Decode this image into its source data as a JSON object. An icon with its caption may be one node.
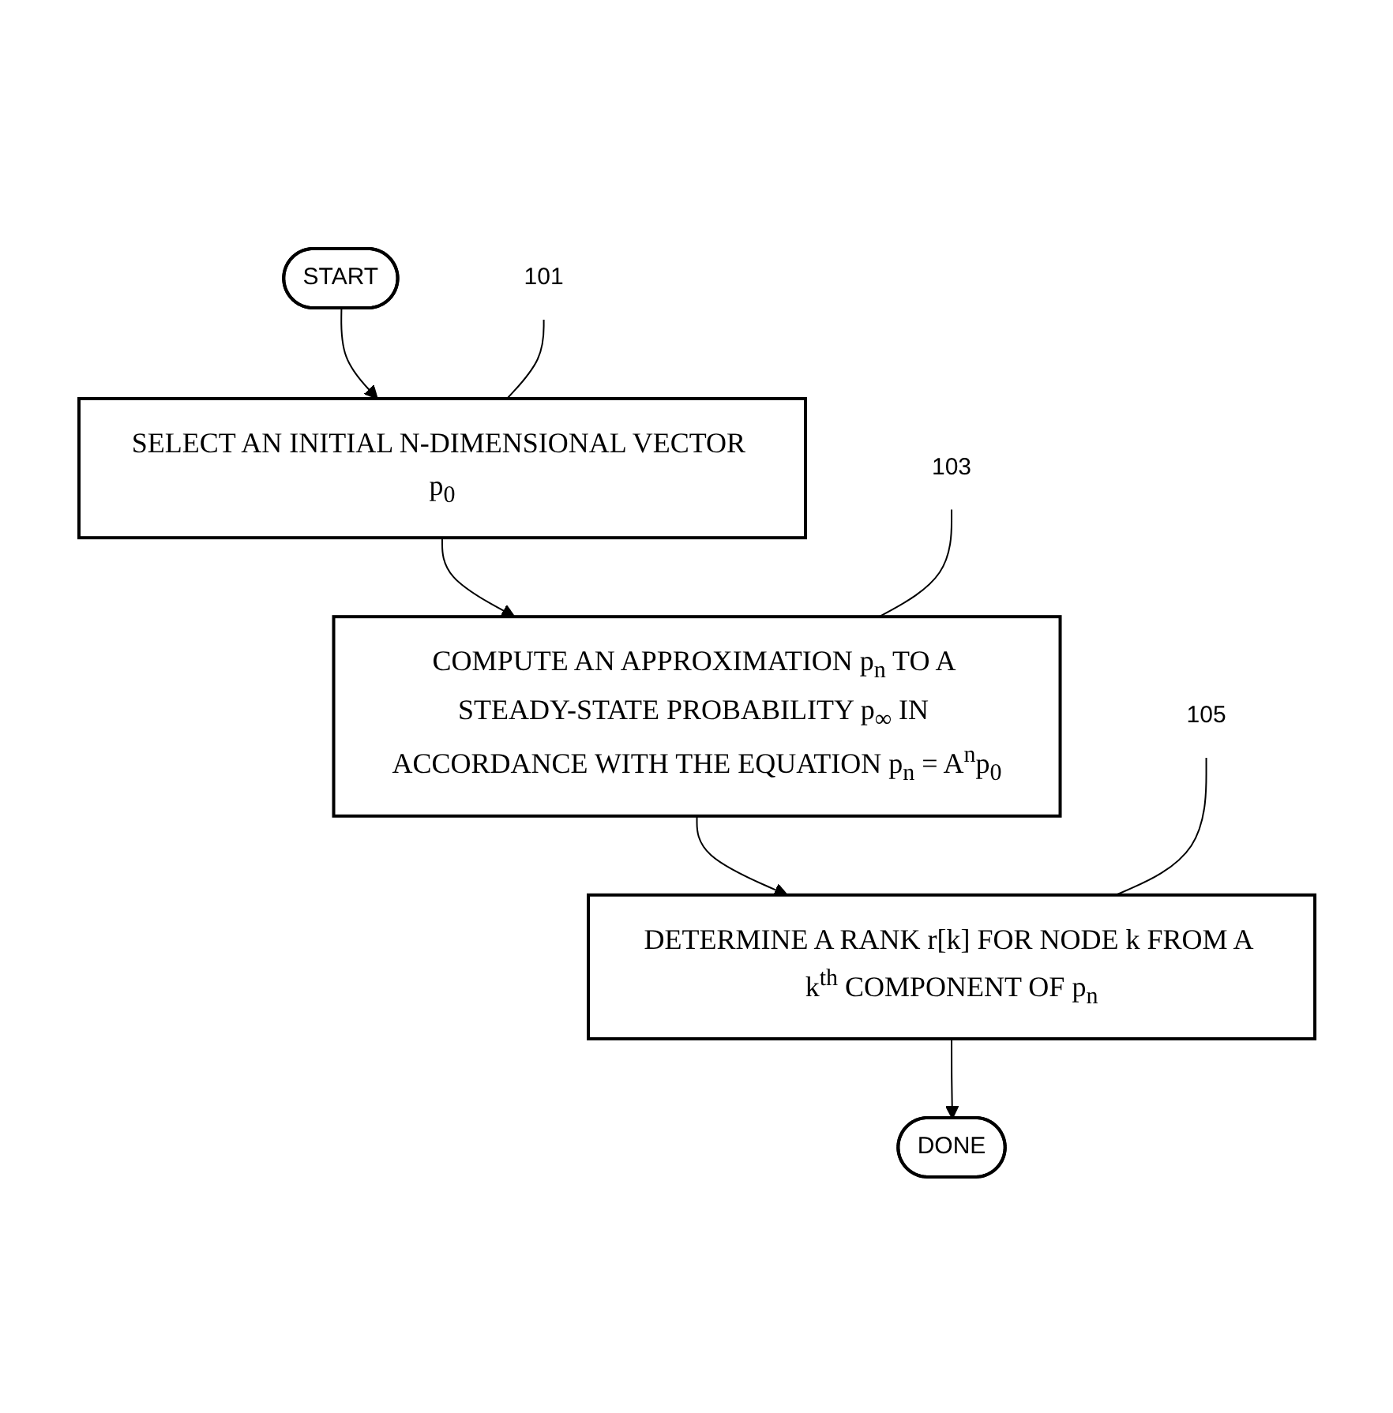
{
  "diagram": {
    "nodes": [
      {
        "text": [
          "START"
        ]
      },
      {
        "text": [
          "SELECT AN INITIAL N-DIMENSIONAL VECTOR p$_{0}$"
        ]
      },
      {
        "text": [
          "101"
        ]
      },
      {
        "text": [
          "COMPUTE AN APPROXIMATION p$_{n}$ TO A STEADY-STATE PROBABILITY p$_{∞}$ IN ACCORDANCE WITH THE EQUATION p$_{n}$ = A$^{n}$p$_{0}$"
        ]
      },
      {
        "text": [
          "103"
        ]
      },
      {
        "text": [
          "DETERMINE A RANK r[k] FOR NODE k FROM A k$^{th}$ COMPONENT OF p$_{n}$"
        ]
      },
      {
        "text": [
          "105"
        ]
      },
      {
        "text": [
          "DONE"
        ]
      }
    ],
    "edges": [
      {
        "from": 0,
        "to": 1,
        "arrow": "to"
      },
      {
        "from": 2,
        "to": 1,
        "arrow": "none"
      },
      {
        "from": 1,
        "to": 3,
        "arrow": "to"
      },
      {
        "from": 4,
        "to": 3,
        "arrow": "none"
      },
      {
        "from": 3,
        "to": 5,
        "arrow": "to"
      },
      {
        "from": 6,
        "to": 5,
        "arrow": "none"
      },
      {
        "from": 5,
        "to": 7,
        "arrow": "to"
      }
    ]
  }
}
